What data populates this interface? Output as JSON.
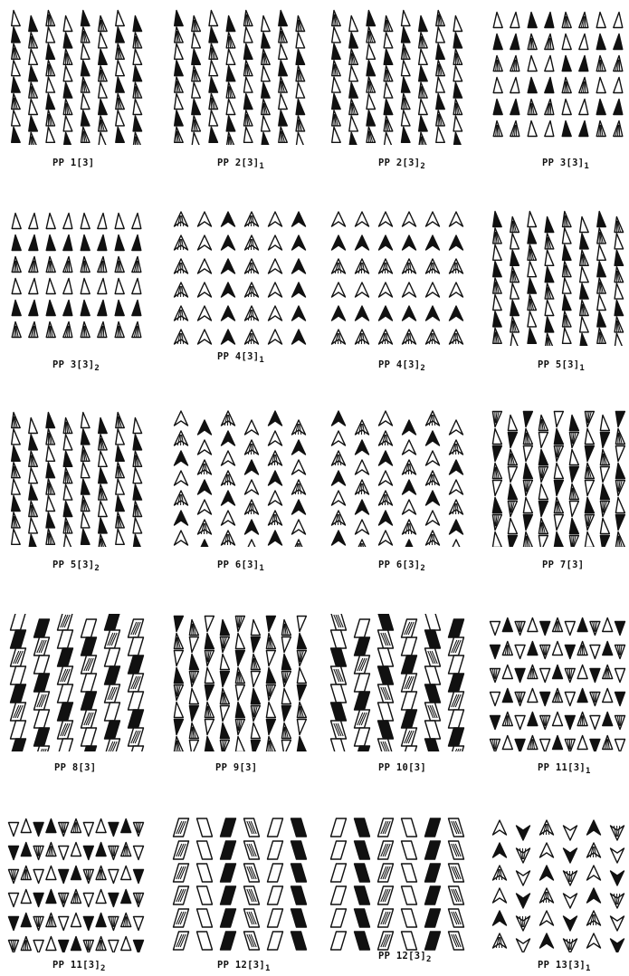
{
  "colors": {
    "ink": "#111111",
    "paper": "#ffffff"
  },
  "patterns": [
    {
      "id": "pp1_3",
      "main": "PP 1[3]",
      "sub": "",
      "layout": "offset-grid"
    },
    {
      "id": "pp2_3_1",
      "main": "PP 2[3]",
      "sub": "1",
      "layout": "offset-grid"
    },
    {
      "id": "pp2_3_2",
      "main": "PP 2[3]",
      "sub": "2",
      "layout": "offset-grid"
    },
    {
      "id": "pp3_3_1",
      "main": "PP 3[3]",
      "sub": "1",
      "layout": "grid"
    },
    {
      "id": "pp3_3_2",
      "main": "PP 3[3]",
      "sub": "2",
      "layout": "grid"
    },
    {
      "id": "pp4_3_1",
      "main": "PP 4[3]",
      "sub": "1",
      "layout": "arrow-grid"
    },
    {
      "id": "pp4_3_2",
      "main": "PP 4[3]",
      "sub": "2",
      "layout": "arrow-grid"
    },
    {
      "id": "pp5_3_1",
      "main": "PP 5[3]",
      "sub": "1",
      "layout": "offset-grid"
    },
    {
      "id": "pp5_3_2",
      "main": "PP 5[3]",
      "sub": "2",
      "layout": "offset-grid"
    },
    {
      "id": "pp6_3_1",
      "main": "PP 6[3]",
      "sub": "1",
      "layout": "arrow-offset"
    },
    {
      "id": "pp6_3_2",
      "main": "PP 6[3]",
      "sub": "2",
      "layout": "arrow-offset"
    },
    {
      "id": "pp7_3",
      "main": "PP 7[3]",
      "sub": "",
      "layout": "alternating"
    },
    {
      "id": "pp8_3",
      "main": "PP 8[3]",
      "sub": "",
      "layout": "parallelogram"
    },
    {
      "id": "pp9_3",
      "main": "PP 9[3]",
      "sub": "",
      "layout": "alternating"
    },
    {
      "id": "pp10_3",
      "main": "PP 10[3]",
      "sub": "",
      "layout": "parallelogram"
    },
    {
      "id": "pp11_3_1",
      "main": "PP 11[3]",
      "sub": "1",
      "layout": "alternating-rows"
    },
    {
      "id": "pp11_3_2",
      "main": "PP 11[3]",
      "sub": "2",
      "layout": "alternating-rows"
    },
    {
      "id": "pp12_3_1",
      "main": "PP 12[3]",
      "sub": "1",
      "layout": "parallelogram-grid"
    },
    {
      "id": "pp12_3_2",
      "main": "PP 12[3]",
      "sub": "2",
      "layout": "parallelogram-grid"
    },
    {
      "id": "pp13_3_1",
      "main": "PP 13[3]",
      "sub": "1",
      "layout": "arrow-flip"
    }
  ]
}
